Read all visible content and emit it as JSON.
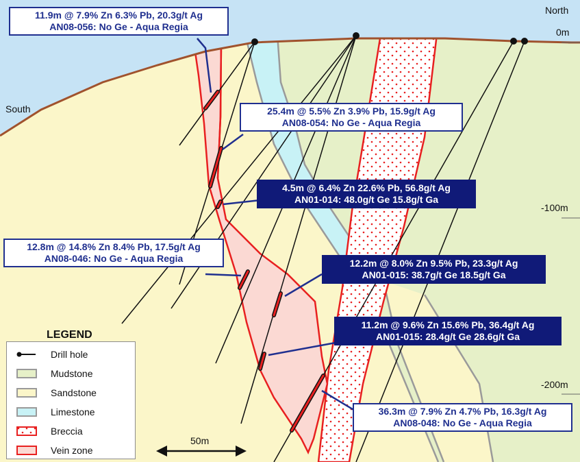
{
  "orientation": {
    "left": "South",
    "right": "North"
  },
  "depth_labels": [
    "0m",
    "-100m",
    "-200m"
  ],
  "scale_bar": {
    "label": "50m"
  },
  "callouts": [
    {
      "id": "an08-056",
      "style": "light",
      "line1": "11.9m @ 7.9% Zn 6.3% Pb, 20.3g/t Ag",
      "line2": "AN08-056: No Ge - Aqua Regia"
    },
    {
      "id": "an08-054",
      "style": "light",
      "line1": "25.4m @ 5.5% Zn 3.9% Pb, 15.9g/t Ag",
      "line2": "AN08-054: No Ge - Aqua Regia"
    },
    {
      "id": "an01-014",
      "style": "dark",
      "line1": "4.5m @ 6.4% Zn 22.6% Pb, 56.8g/t Ag",
      "line2": "AN01-014: 48.0g/t Ge 15.8g/t Ga"
    },
    {
      "id": "an08-046",
      "style": "light",
      "line1": "12.8m @ 14.8% Zn 8.4% Pb, 17.5g/t Ag",
      "line2": "AN08-046: No Ge - Aqua Regia"
    },
    {
      "id": "an01-015-a",
      "style": "dark",
      "line1": "12.2m @ 8.0% Zn 9.5% Pb, 23.3g/t Ag",
      "line2": "AN01-015: 38.7g/t Ge 18.5g/t Ga"
    },
    {
      "id": "an01-015-b",
      "style": "dark",
      "line1": "11.2m @ 9.6% Zn 15.6% Pb, 36.4g/t Ag",
      "line2": "AN01-015: 28.4g/t Ge 28.6g/t Ga"
    },
    {
      "id": "an08-048",
      "style": "light",
      "line1": "36.3m @ 7.9% Zn 4.7% Pb, 16.3g/t Ag",
      "line2": "AN08-048: No Ge - Aqua Regia"
    }
  ],
  "legend": {
    "title": "LEGEND",
    "items": [
      {
        "label": "Drill hole",
        "type": "drill",
        "color": "#111111"
      },
      {
        "label": "Mudstone",
        "type": "fill",
        "color": "#e6f0c8",
        "border": "#9a9a9a"
      },
      {
        "label": "Sandstone",
        "type": "fill",
        "color": "#fbf6c9",
        "border": "#9a9a9a"
      },
      {
        "label": "Limestone",
        "type": "fill",
        "color": "#c8f2f6",
        "border": "#9a9a9a"
      },
      {
        "label": "Breccia",
        "type": "dots",
        "color": "#ffffff",
        "border": "#e82020"
      },
      {
        "label": "Vein zone",
        "type": "fill",
        "color": "#fbd9d3",
        "border": "#e82020"
      }
    ]
  },
  "colors": {
    "sky": "#c6e3f5",
    "mudstone": "#e6f0c8",
    "sandstone": "#fbf6c9",
    "limestone": "#c8f2f6",
    "vein": "#fbd9d3",
    "boundary_red": "#e82020",
    "contact_grey": "#9a9a9a",
    "topography": "#a0522d",
    "callout_dark": "#101a78",
    "callout_text": "#1f2f8f"
  }
}
